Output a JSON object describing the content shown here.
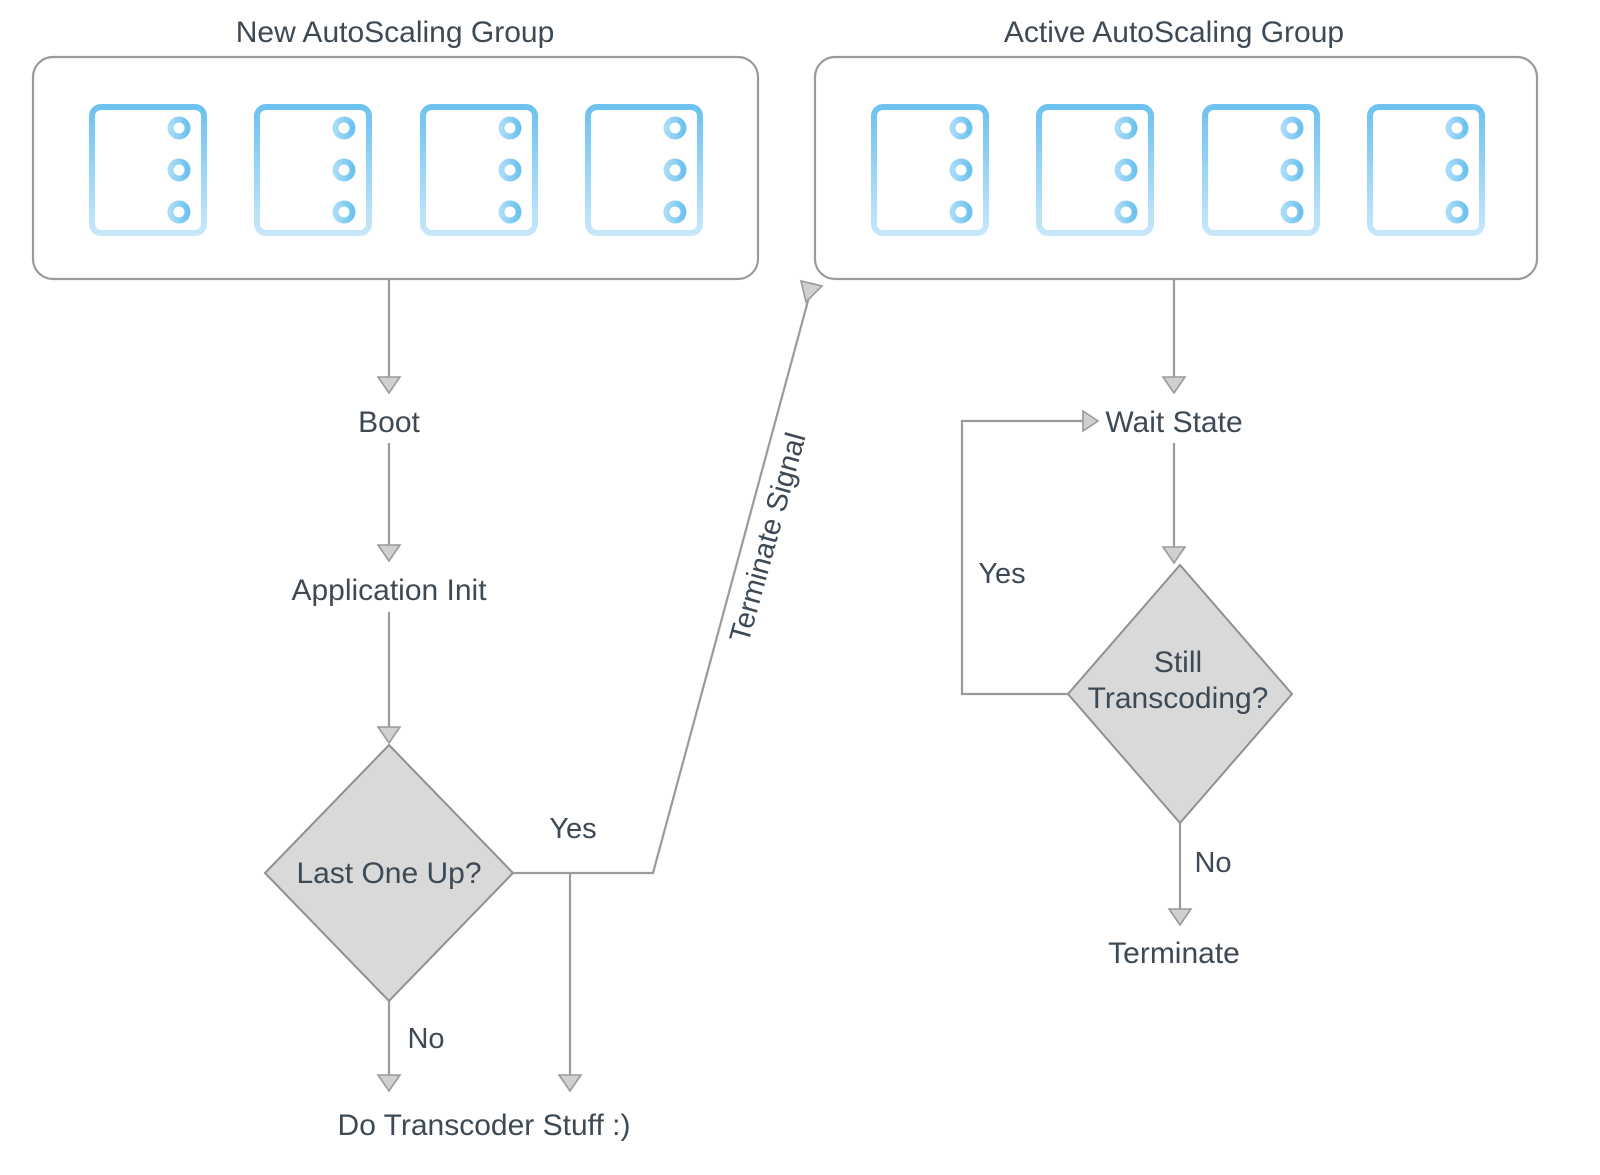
{
  "diagram": {
    "title_left": "New AutoScaling Group",
    "title_right": "Active AutoScaling Group",
    "nodes": {
      "boot": "Boot",
      "app_init": "Application Init",
      "last_one_up": "Last One Up?",
      "do_transcoder": "Do Transcoder Stuff :)",
      "wait_state": "Wait State",
      "still_transcoding_l1": "Still",
      "still_transcoding_l2": "Transcoding?",
      "terminate": "Terminate"
    },
    "edge_labels": {
      "last_one_up_yes": "Yes",
      "last_one_up_no": "No",
      "terminate_signal": "Terminate Signal",
      "still_transcoding_yes": "Yes",
      "still_transcoding_no": "No"
    },
    "servers": {
      "left_group_count": 4,
      "right_group_count": 4,
      "rows_per_server": 3,
      "icon_name": "server-rack-icon"
    },
    "colors": {
      "text": "#3d4a56",
      "line": "#9a9a9a",
      "diamond_fill": "#d9d9d9",
      "diamond_stroke": "#909090",
      "box_stroke": "#9a9a9a",
      "server_top": "#79c8f2",
      "server_bottom": "#bfe3f9",
      "arrow_fill": "#d0d0d0",
      "background": "#ffffff"
    }
  }
}
